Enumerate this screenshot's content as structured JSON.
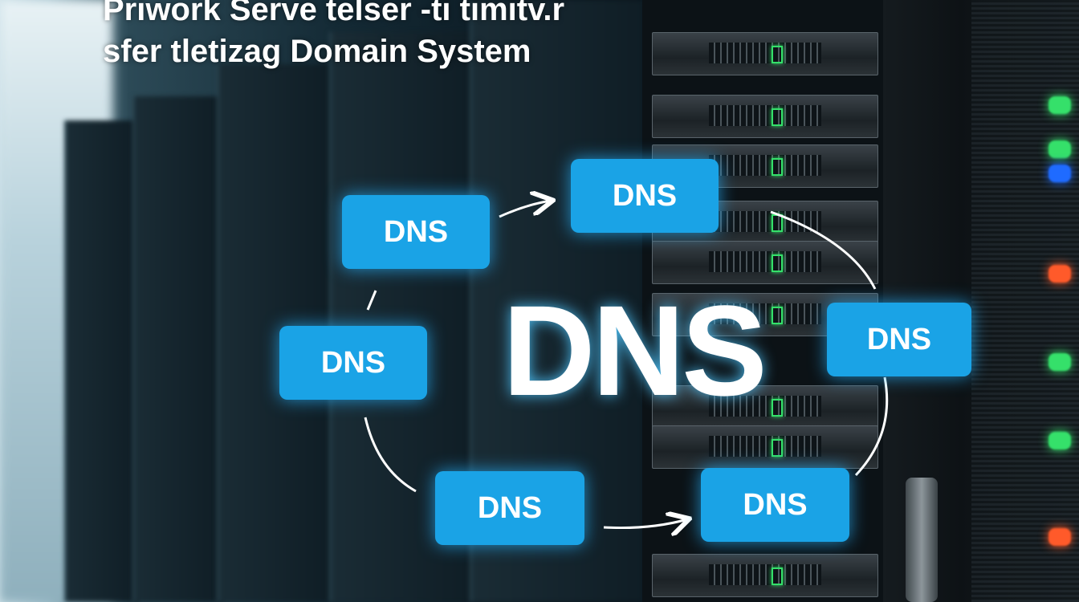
{
  "title": {
    "line1": "Priwork Serve telser -ti timitv.r",
    "line2": "sfer tletizag Domain System"
  },
  "center_label": "DNS",
  "nodes": [
    {
      "label": "DNS"
    },
    {
      "label": "DNS"
    },
    {
      "label": "DNS"
    },
    {
      "label": "DNS"
    },
    {
      "label": "DNS"
    },
    {
      "label": "DNS"
    }
  ],
  "colors": {
    "node_fill": "#1aa3e6",
    "text": "#ffffff",
    "led_green": "#35e06a",
    "led_blue": "#1f6bff",
    "led_orange": "#ff5a2a"
  }
}
